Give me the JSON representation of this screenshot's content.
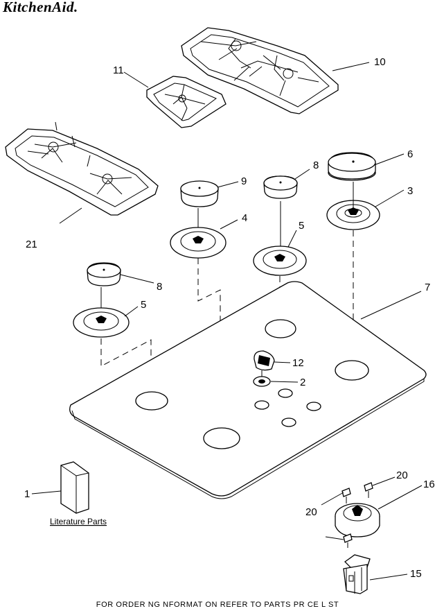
{
  "brand": {
    "logo_text": "KitchenAid."
  },
  "footer": {
    "text": "FOR ORDER NG NFORMAT ON REFER TO PARTS PR CE L ST"
  },
  "literature": {
    "label": "Literature Parts"
  },
  "callouts": {
    "c1": "1",
    "c2": "2",
    "c3": "3",
    "c4": "4",
    "c5a": "5",
    "c5b": "5",
    "c6": "6",
    "c7": "7",
    "c8a": "8",
    "c8b": "8",
    "c9": "9",
    "c10": "10",
    "c11": "11",
    "c12": "12",
    "c15": "15",
    "c16": "16",
    "c20a": "20",
    "c20b": "20",
    "c21": "21"
  },
  "parts": [
    {
      "number": "1",
      "name": "literature-parts"
    },
    {
      "number": "2",
      "name": "knob-bezel"
    },
    {
      "number": "3",
      "name": "burner-base"
    },
    {
      "number": "4",
      "name": "burner-base"
    },
    {
      "number": "5",
      "name": "burner-base"
    },
    {
      "number": "6",
      "name": "burner-cap"
    },
    {
      "number": "7",
      "name": "cooktop"
    },
    {
      "number": "8",
      "name": "burner-cap"
    },
    {
      "number": "9",
      "name": "burner-cap"
    },
    {
      "number": "10",
      "name": "grate"
    },
    {
      "number": "11",
      "name": "grate"
    },
    {
      "number": "12",
      "name": "knob"
    },
    {
      "number": "15",
      "name": "valve"
    },
    {
      "number": "16",
      "name": "burner-assembly"
    },
    {
      "number": "20",
      "name": "screw"
    },
    {
      "number": "21",
      "name": "grate"
    }
  ]
}
